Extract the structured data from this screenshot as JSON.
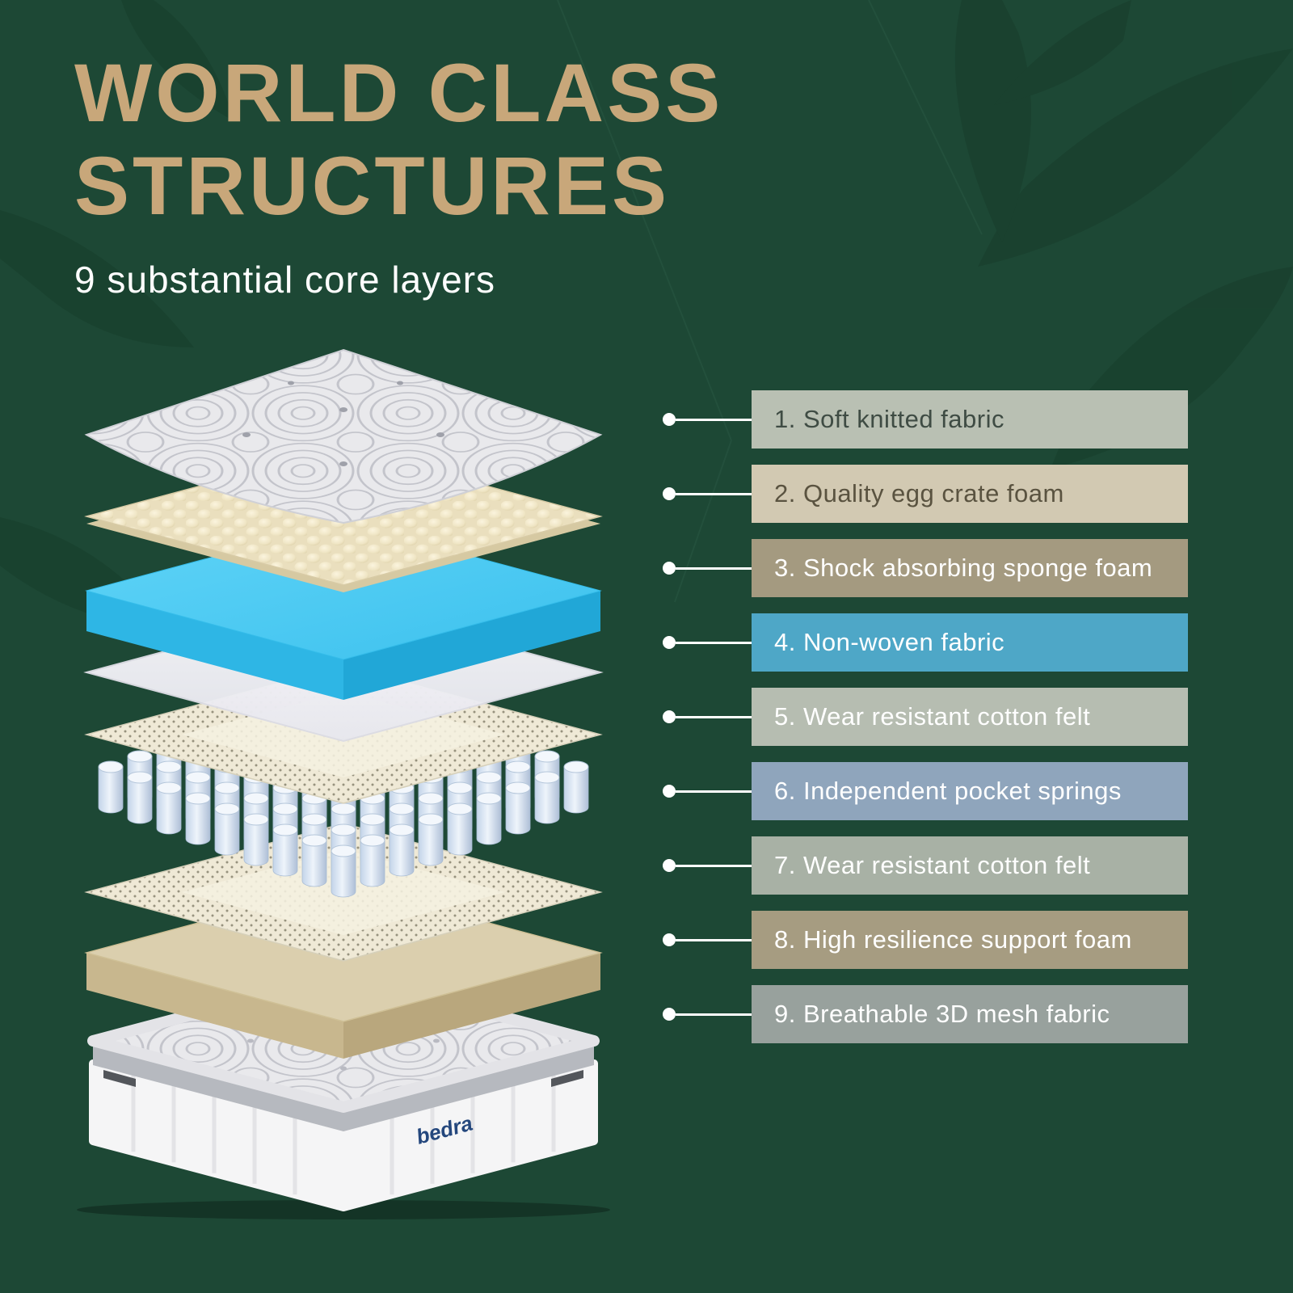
{
  "background": {
    "color": "#1d4835"
  },
  "header": {
    "title_line1": "WORLD CLASS",
    "title_line2": "STRUCTURES",
    "title_color": "#c8a77a",
    "subtitle": "9 substantial core layers"
  },
  "legend": {
    "items": [
      {
        "label": "1. Soft knitted fabric",
        "bg": "#b9c0b3",
        "text_color": "#3f4c44"
      },
      {
        "label": "2. Quality egg crate foam",
        "bg": "#d2c9b2",
        "text_color": "#5a5340"
      },
      {
        "label": "3. Shock absorbing sponge foam",
        "bg": "#a49a80",
        "text_color": "#ffffff"
      },
      {
        "label": "4. Non-woven fabric",
        "bg": "#4ea7c7",
        "text_color": "#ffffff"
      },
      {
        "label": "5. Wear resistant cotton felt",
        "bg": "#b6bdb1",
        "text_color": "#ffffff"
      },
      {
        "label": "6. Independent pocket springs",
        "bg": "#8fa5bc",
        "text_color": "#ffffff"
      },
      {
        "label": "7. Wear resistant cotton felt",
        "bg": "#a8b1a5",
        "text_color": "#ffffff"
      },
      {
        "label": "8. High resilience support foam",
        "bg": "#a69c81",
        "text_color": "#ffffff"
      },
      {
        "label": "9. Breathable 3D mesh fabric",
        "bg": "#98a19d",
        "text_color": "#ffffff"
      }
    ]
  },
  "mattress": {
    "brand": "bedra"
  }
}
